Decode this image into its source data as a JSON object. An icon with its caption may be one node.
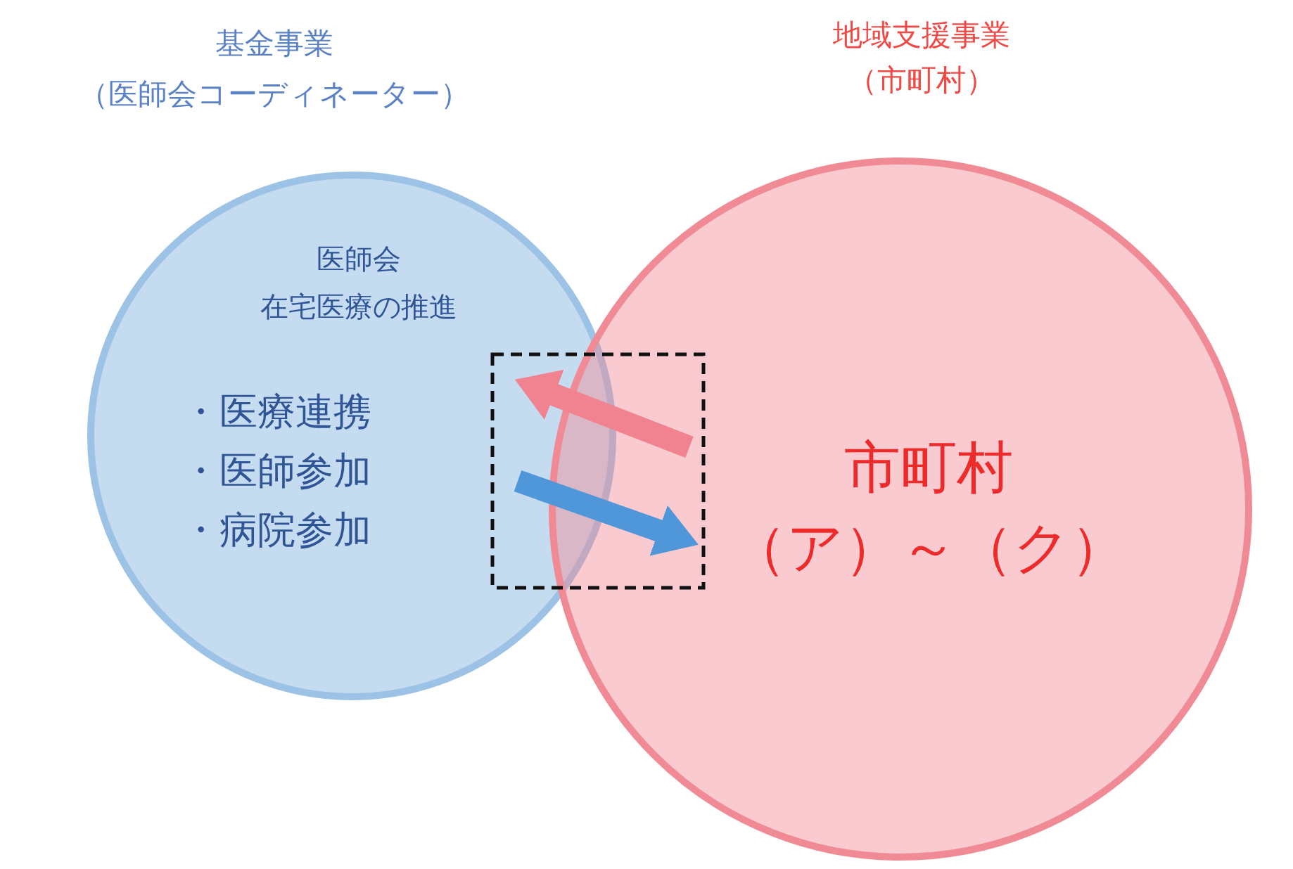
{
  "diagram": {
    "nodes": [
      {
        "text": [
          "基金事業",
          "（医師会コーディネーター）",
          "医師会",
          "在宅医療の推進",
          "・医療連携",
          "・医師参加",
          "・病院参加"
        ]
      },
      {
        "text": [
          "地域支援事業",
          "（市町村）",
          "市町村",
          "（ア）～（ク）"
        ]
      }
    ],
    "edges": [
      {
        "from": 1,
        "to": 0,
        "arrow": "to",
        "color": "#f0838f"
      },
      {
        "from": 0,
        "to": 1,
        "arrow": "to",
        "color": "#4f97d9"
      }
    ]
  }
}
